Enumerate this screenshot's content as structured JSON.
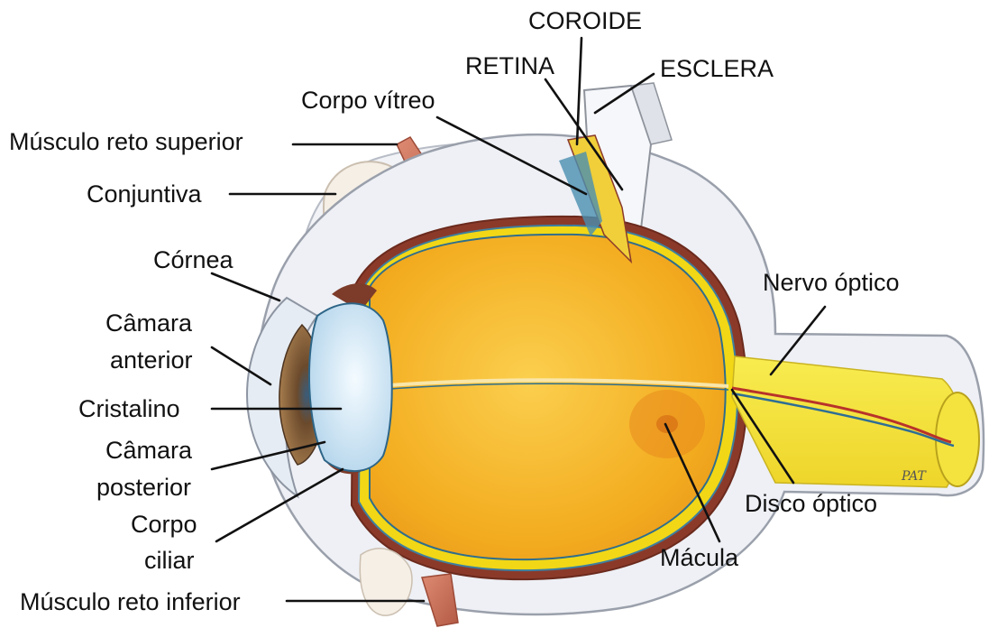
{
  "labels": {
    "coroide": "COROIDE",
    "retina": "RETINA",
    "esclera": "ESCLERA",
    "corpo_vitreo": "Corpo vítreo",
    "musculo_reto_superior": "Músculo reto superior",
    "conjuntiva": "Conjuntiva",
    "cornea": "Córnea",
    "camara_anterior_1": "Câmara",
    "camara_anterior_2": "anterior",
    "cristalino": "Cristalino",
    "camara_posterior_1": "Câmara",
    "camara_posterior_2": "posterior",
    "corpo_ciliar_1": "Corpo",
    "corpo_ciliar_2": "ciliar",
    "musculo_reto_inferior": "Músculo reto inferior",
    "nervo_optico": "Nervo óptico",
    "disco_optico": "Disco óptico",
    "macula": "Mácula"
  },
  "signature": "PAT",
  "colors": {
    "vitreous": "#f2aa1c",
    "vitreous_light": "#f9c94a",
    "retina": "#f2d716",
    "choroid": "#8b3a2a",
    "sclera": "#eef0f5",
    "lens": "#cfe6f4",
    "iris": "#7a5232",
    "optic_nerve": "#f7e83a",
    "muscle": "#c96d57",
    "conjunctiva": "#f3ece4"
  }
}
